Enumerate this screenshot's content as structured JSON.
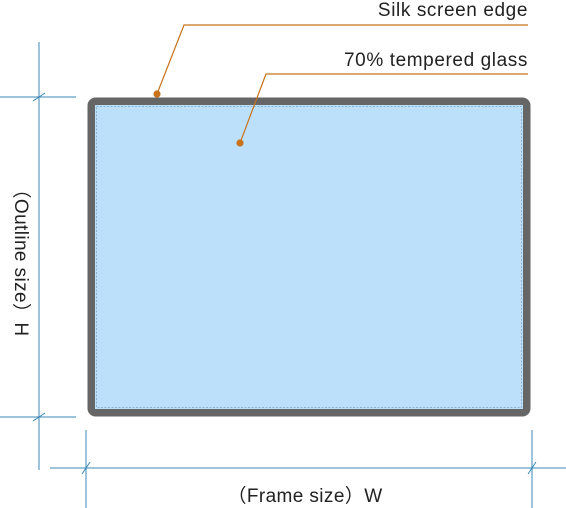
{
  "diagram": {
    "callouts": {
      "silk_screen": "Silk screen edge",
      "glass": "70% tempered glass"
    },
    "dimensions": {
      "height_label": "（Outline size）H",
      "width_label": "（Frame size）W"
    },
    "colors": {
      "frame": "#666666",
      "glass": "#bde0fa",
      "glass_edge": "#8cb4d2",
      "dimension_line": "#3a88b5",
      "leader": "#c8731c",
      "text": "#222222"
    }
  }
}
